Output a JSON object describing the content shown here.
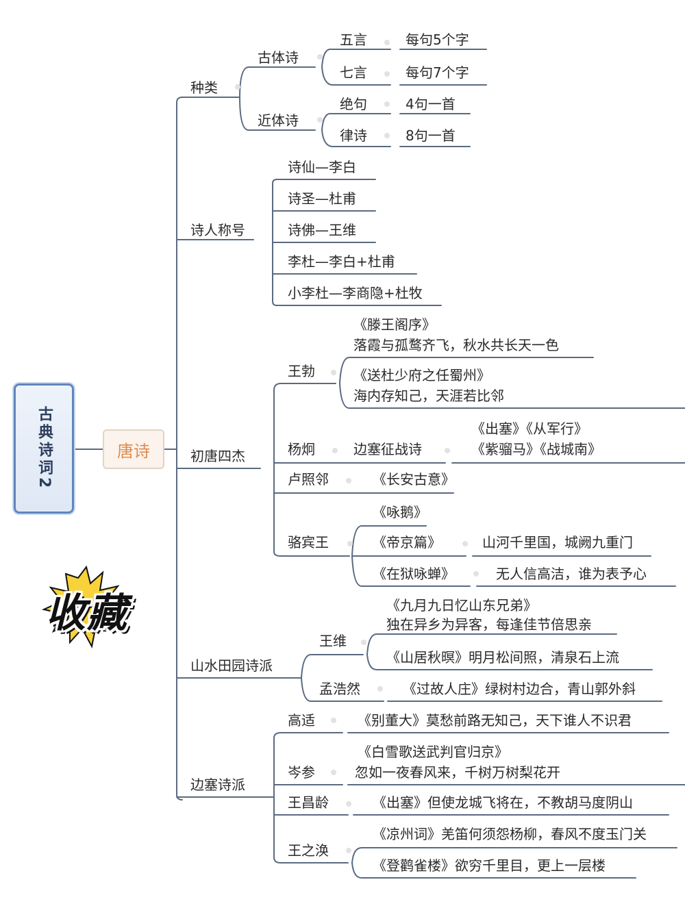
{
  "root": {
    "label": "古典诗词2"
  },
  "category": {
    "label": "唐诗"
  },
  "sticker": {
    "label": "收藏"
  },
  "branches": {
    "zhonglei": {
      "label": "种类",
      "gutishi": {
        "label": "古体诗",
        "wuyan": "五言",
        "wuyan_desc": "每句5个字",
        "qiyan": "七言",
        "qiyan_desc": "每句7个字"
      },
      "jintishi": {
        "label": "近体诗",
        "jueju": "绝句",
        "jueju_desc": "4句一首",
        "lushi": "律诗",
        "lushi_desc": "8句一首"
      }
    },
    "chenghao": {
      "label": "诗人称号",
      "items": [
        "诗仙—李白",
        "诗圣—杜甫",
        "诗佛—王维",
        "李杜—李白+杜甫",
        "小李杜—李商隐+杜牧"
      ]
    },
    "chutang": {
      "label": "初唐四杰",
      "wangbo": {
        "name": "王勃",
        "work1_title": "《滕王阁序》",
        "work1_line": "落霞与孤鹜齐飞，秋水共长天一色",
        "work2_title": "《送杜少府之任蜀州》",
        "work2_line": "海内存知己，天涯若比邻"
      },
      "yangjiong": {
        "name": "杨炯",
        "genre": "边塞征战诗",
        "works1": "《出塞》《从军行》",
        "works2": "《紫骝马》《战城南》"
      },
      "luzhaolin": {
        "name": "卢照邻",
        "work": "《长安古意》"
      },
      "luobinwang": {
        "name": "骆宾王",
        "work1": "《咏鹅》",
        "work2": "《帝京篇》",
        "work2_line": "山河千里国，城阙九重门",
        "work3": "《在狱咏蝉》",
        "work3_line": "无人信高洁，谁为表予心"
      }
    },
    "shanshui": {
      "label": "山水田园诗派",
      "wangwei": {
        "name": "王维",
        "work1_title": "《九月九日忆山东兄弟》",
        "work1_line": "独在异乡为异客，每逢佳节倍思亲",
        "work2": "《山居秋暝》明月松间照，清泉石上流"
      },
      "menghaoran": {
        "name": "孟浩然",
        "work": "《过故人庄》绿树村边合，青山郭外斜"
      }
    },
    "biansai": {
      "label": "边塞诗派",
      "gaoshi": {
        "name": "高适",
        "work": "《别董大》莫愁前路无知己，天下谁人不识君"
      },
      "censhen": {
        "name": "岑参",
        "work_title": "《白雪歌送武判官归京》",
        "work_line": "忽如一夜春风来，千树万树梨花开"
      },
      "wangchangling": {
        "name": "王昌龄",
        "work": "《出塞》但使龙城飞将在，不教胡马度阴山"
      },
      "wangzhihuan": {
        "name": "王之涣",
        "work1": "《凉州词》羌笛何须怨杨柳，春风不度玉门关",
        "work2": "《登鹳雀楼》欲穷千里目，更上一层楼"
      }
    }
  }
}
